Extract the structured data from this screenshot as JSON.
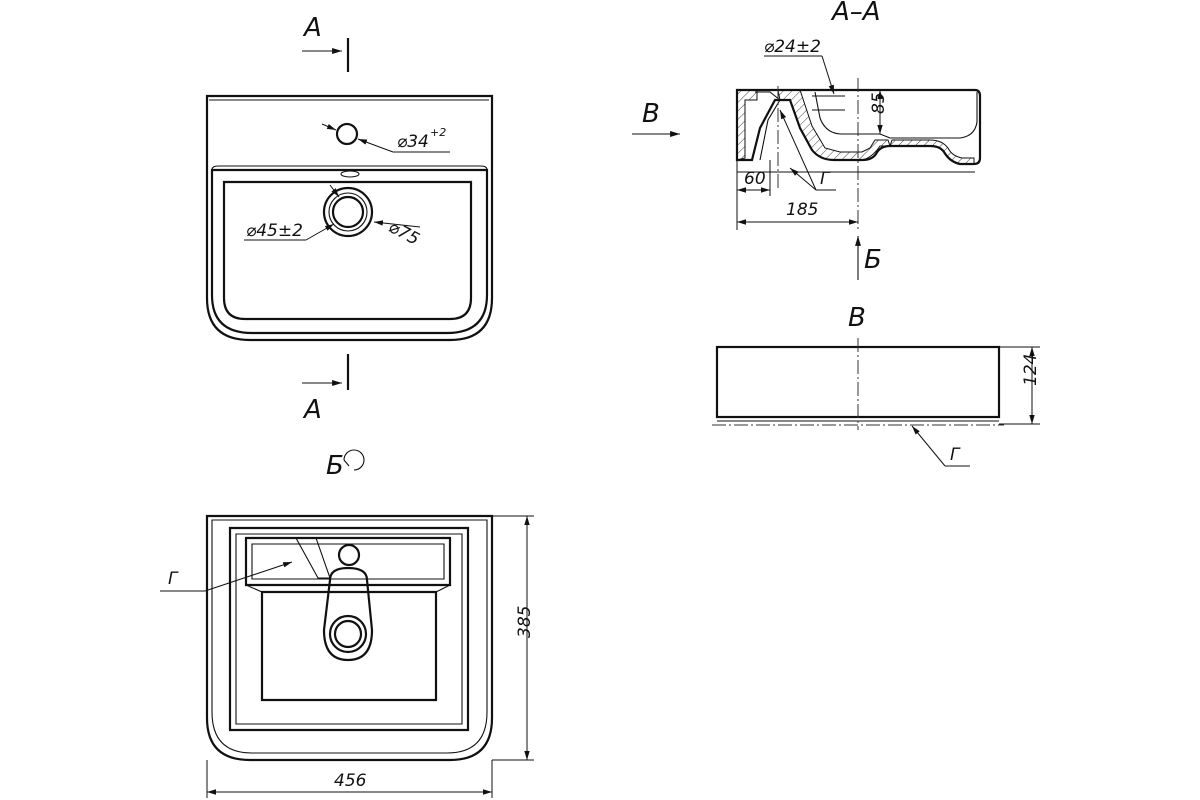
{
  "labels": {
    "section_a_top": "A",
    "section_a_bottom": "A",
    "section_title": "А–А",
    "view_b_arrow": "В",
    "view_b_title": "В",
    "view_bottom_title": "Б",
    "view_bottom_arrow": "Б",
    "leader_g_section": "Г",
    "leader_g_side": "Г",
    "leader_g_bottom": "Г"
  },
  "dimensions": {
    "tap_hole": "⌀34",
    "tap_hole_tol": "+2",
    "drain_hole": "⌀45±2",
    "drain_ring": "⌀75",
    "overflow": "⌀24±2",
    "depth": "85",
    "offset_60": "60",
    "offset_185": "185",
    "height": "124",
    "depth_385": "385",
    "width": "456"
  }
}
